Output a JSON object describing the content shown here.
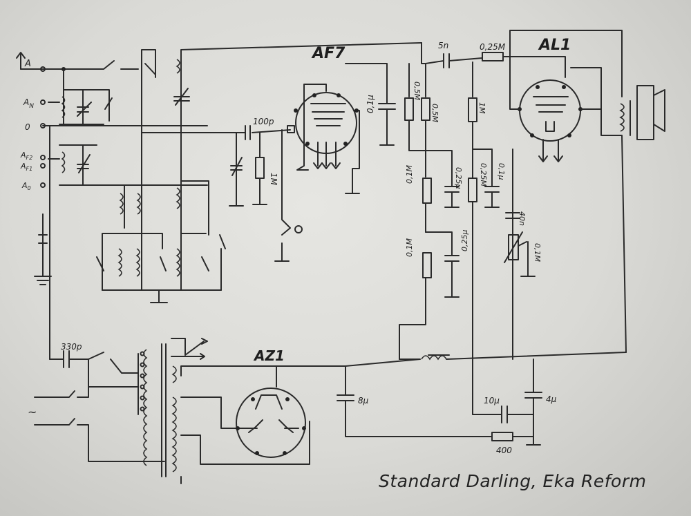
{
  "caption": "Standard Darling, Eka Reform",
  "tubes": {
    "rf": "AF7",
    "output": "AL1",
    "rectifier": "AZ1"
  },
  "inputs": {
    "antenna": "A",
    "an": "A",
    "an_sub": "N",
    "ground": "0",
    "af2": "A",
    "af2_sub": "F2",
    "af1": "A",
    "af1_sub": "F1",
    "a0": "A",
    "a0_sub": "0",
    "mains": "~"
  },
  "components": {
    "c_100p": "100p",
    "r_1M_grid": "1M",
    "c_5n": "5n",
    "r_025M_top": "0,25M",
    "c_01u_a": "0,1μ",
    "r_05M_a": "0,5M",
    "r_05M_b": "0,5M",
    "r_1M_a": "1M",
    "c_025u_a": "0,25μ",
    "r_025M_b": "0,25M",
    "c_01u_b": "0,1μ",
    "r_01M_a": "0,1M",
    "r_01M_b": "0,1M",
    "c_025u_b": "0,25μ",
    "c_40n": "40n",
    "r_01M_pot": "0,1M",
    "c_330p": "330p",
    "c_8u": "8μ",
    "c_10u": "10μ",
    "c_4u": "4μ",
    "r_400": "400"
  }
}
